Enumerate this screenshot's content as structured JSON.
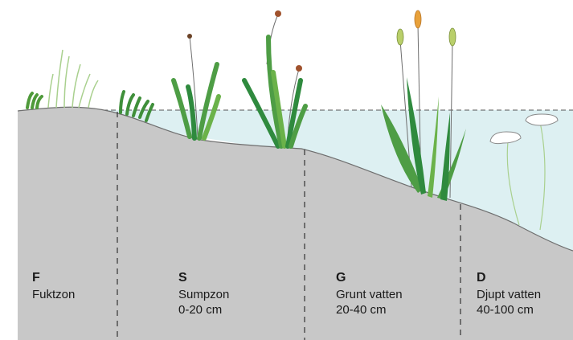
{
  "zones": [
    {
      "code": "F",
      "name": "Fuktzon",
      "depth": ""
    },
    {
      "code": "S",
      "name": "Sumpzon",
      "depth": "0-20 cm"
    },
    {
      "code": "G",
      "name": "Grunt vatten",
      "depth": "20-40 cm"
    },
    {
      "code": "D",
      "name": "Djupt vatten",
      "depth": "40-100 cm"
    }
  ],
  "colors": {
    "ground": "#c8c8c8",
    "water": "#ddf0f2",
    "outline": "#6e6e6e",
    "grass_light": "#a9d08e",
    "grass": "#6bb24a",
    "grass_dark": "#2f8a3e",
    "cattail": "#b9cf6a",
    "cattail_orange": "#e8a13a",
    "lily": "#ffffff",
    "flower": "#6b4226"
  }
}
